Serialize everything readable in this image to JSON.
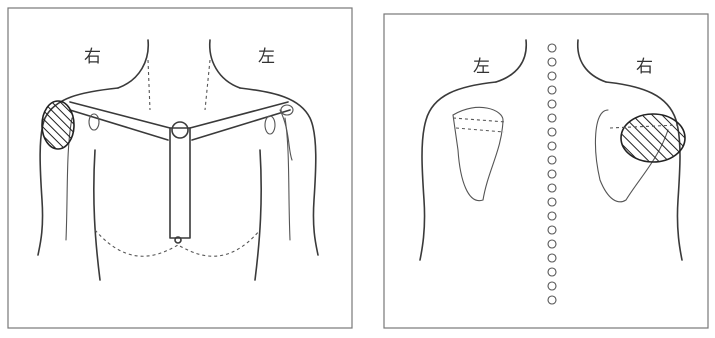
{
  "front": {
    "label_right": "右",
    "label_left": "左"
  },
  "back": {
    "label_left": "左",
    "label_right": "右"
  }
}
